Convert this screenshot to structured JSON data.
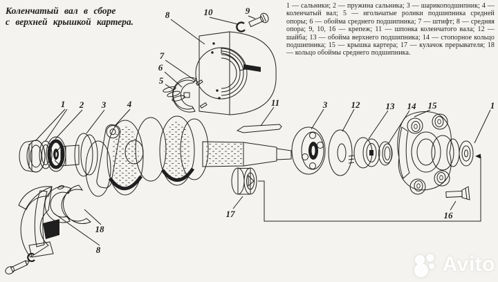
{
  "caption": {
    "line1": "Коленчатый вал в сборе",
    "line2": "с верхней крышкой картера."
  },
  "legend": {
    "text": "1 — сальники; 2 — пружина сальника; 3 — шарикоподшипник; 4 — коленчатый вал; 5 — игольчатые ролики подшипника средней опоры; 6 — обойма среднего подшипника; 7 — штифт; 8 — средняя опора; 9, 10, 16 — крепеж; 11 — шпонка коленчатого вала; 12 — шайба; 13 — обойма верхнего подшипника; 14 — стопорное кольцо подшипника; 15 — крышка картера; 17 — кулачок прерывателя; 18 — кольцо обоймы среднего подшипника."
  },
  "callouts": [
    "8",
    "10",
    "9",
    "7",
    "6",
    "5",
    "1",
    "2",
    "3",
    "4",
    "11",
    "3",
    "12",
    "13",
    "14",
    "15",
    "1",
    "17",
    "16",
    "18",
    "8"
  ],
  "watermark": {
    "text": "Avito"
  },
  "colors": {
    "paper": "#f4f3ef",
    "ink": "#1f1f1f"
  }
}
